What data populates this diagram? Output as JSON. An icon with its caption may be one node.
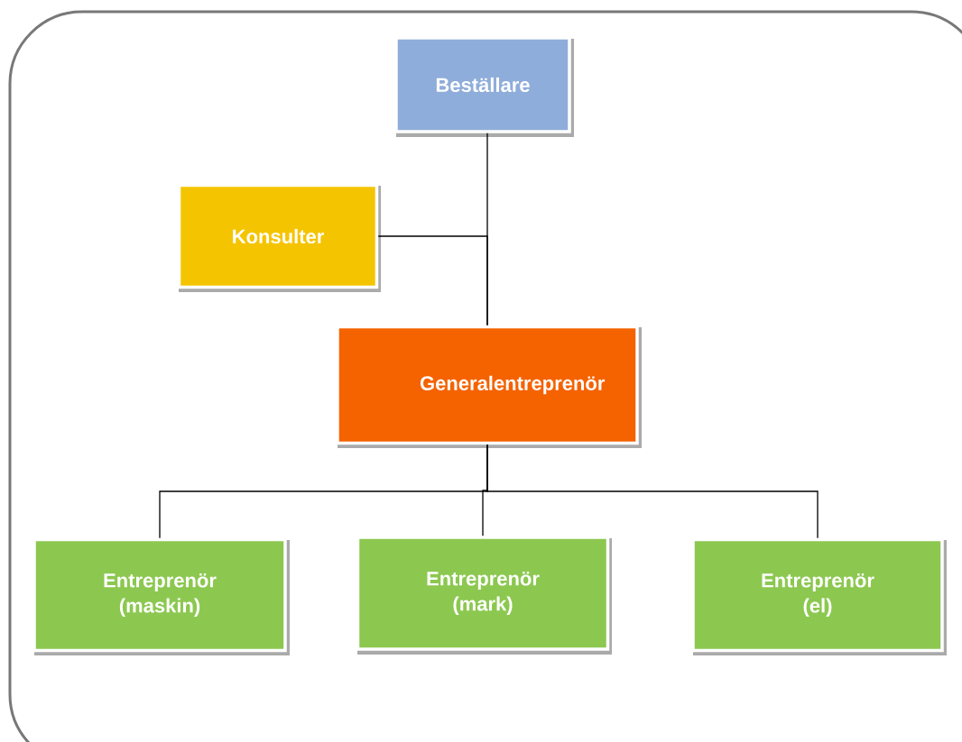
{
  "diagram": {
    "nodes": [
      {
        "text": [
          "Beställare"
        ]
      },
      {
        "text": [
          "Konsulter"
        ]
      },
      {
        "text": [
          "Generalentreprenör"
        ]
      },
      {
        "text": [
          "Entreprenör (maskin)"
        ]
      },
      {
        "text": [
          "Entreprenör (mark)"
        ]
      },
      {
        "text": [
          "Entreprenör (el)"
        ]
      }
    ],
    "edges": [
      {
        "from": 0,
        "to": 2,
        "arrow": "none"
      },
      {
        "from": 1,
        "to": 2,
        "arrow": "none"
      },
      {
        "from": 2,
        "to": 3,
        "arrow": "none"
      },
      {
        "from": 2,
        "to": 4,
        "arrow": "none"
      },
      {
        "from": 2,
        "to": 5,
        "arrow": "none"
      }
    ]
  }
}
